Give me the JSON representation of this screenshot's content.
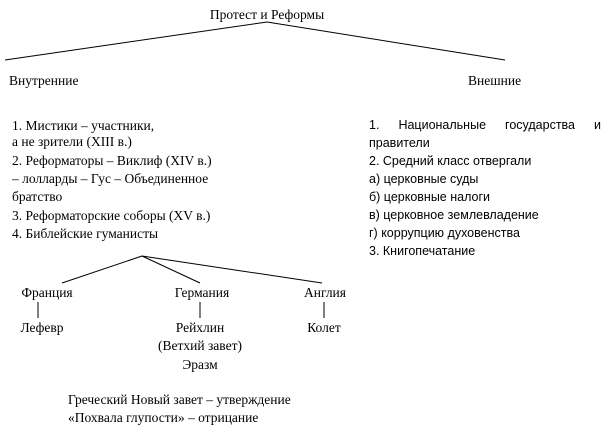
{
  "root": "Протест и Реформы",
  "left_branch": "Внутренние",
  "right_branch": "Внешние",
  "internal_list": [
    "1. Мистики – участники,",
    "а не зрители (XIII в.)",
    "2. Реформаторы – Виклиф (XIV в.)",
    "– лолларды – Гус – Объединенное",
    "братство",
    "3. Реформаторские соборы (XV в.)",
    "4. Библейские гуманисты"
  ],
  "external_list": {
    "item1_words": [
      "1.",
      "Национальные",
      "государства",
      "и"
    ],
    "lines": [
      "правители",
      "2. Средний класс отвергали",
      "а) церковные суды",
      "б) церковные налоги",
      "в) церковное землевладение",
      "г) коррупцию духовенства",
      "3. Книгопечатание"
    ]
  },
  "countries": [
    "Франция",
    "Германия",
    "Англия"
  ],
  "humanists": {
    "france": "Лефевр",
    "germany": [
      "Рейхлин",
      "(Ветхий завет)",
      "Эразм"
    ],
    "england": "Колет"
  },
  "notes": [
    "Греческий Новый завет – утверждение",
    "«Похвала глупости» – отрицание"
  ]
}
